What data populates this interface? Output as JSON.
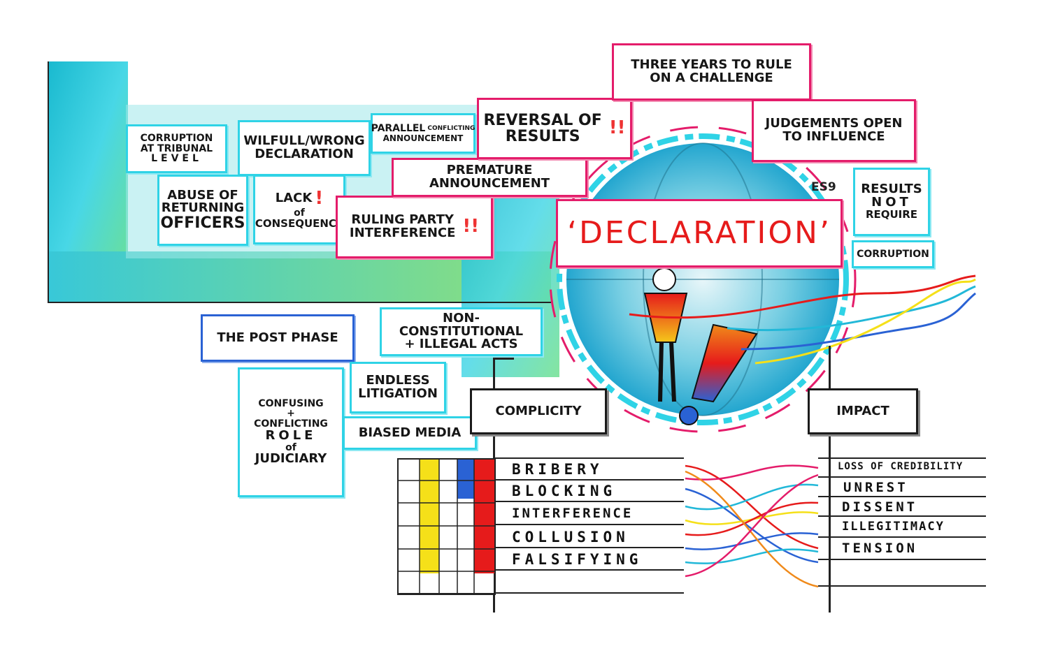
{
  "colors": {
    "cyan": "#2fd3e6",
    "pink": "#e41c6a",
    "blue": "#2a62d4",
    "red": "#e61b1b",
    "yellow": "#f5e019",
    "green": "#3fd36a"
  },
  "left_boxes": {
    "corruption_tribunal": {
      "line1": "Corruption",
      "line2": "at tribunal",
      "line3": "level"
    },
    "wilful_wrong": {
      "line1": "Wilfull/Wrong",
      "line2": "Declaration"
    },
    "parallel": {
      "line1": "Parallel",
      "small": "conflicting",
      "line2": "announcement"
    },
    "abuse_returning": {
      "line1": "Abuse of",
      "line2": "Returning",
      "line3": "Officers"
    },
    "lack_consequence": {
      "line1": "Lack",
      "line2": "of",
      "line3": "Consequence",
      "mark": "!"
    },
    "ruling_party": {
      "line1": "Ruling Party",
      "line2": "Interference",
      "mark": "!!"
    },
    "premature": {
      "text": "Premature Announcement"
    },
    "reversal": {
      "line1": "Reversal of",
      "line2": "Results",
      "mark": "!!"
    },
    "three_years": {
      "line1": "Three Years to Rule",
      "line2": "on a Challenge"
    },
    "judgements": {
      "line1": "Judgements Open",
      "line2": "to Influence"
    },
    "es9": "ES9",
    "results_not": {
      "line1": "Results",
      "line2": "Not",
      "line3": "Require"
    },
    "corruption": "Corruption"
  },
  "center": {
    "declaration": "‘DECLARATION’",
    "complicity": "Complicity",
    "impact": "Impact"
  },
  "post_phase": {
    "post_phase": "The Post Phase",
    "non_constitutional": {
      "line1": "Non-Constitutional",
      "line2": "+ Illegal Acts"
    },
    "confusing": {
      "line1": "Confusing",
      "line2": "+",
      "line3": "Conflicting",
      "line4": "Role",
      "line5": "of",
      "line6": "Judiciary"
    },
    "endless": {
      "line1": "Endless",
      "line2": "Litigation"
    },
    "biased": "Biased Media"
  },
  "complicity_list": [
    "BRIBERY",
    "BLOCKING",
    "INTERFERENCE",
    "COLLUSION",
    "FALSIFYING"
  ],
  "impact_list": [
    "LOSS OF CREDIBILITY",
    "UNREST",
    "DISSENT",
    "ILLEGITIMACY",
    "TENSION"
  ]
}
